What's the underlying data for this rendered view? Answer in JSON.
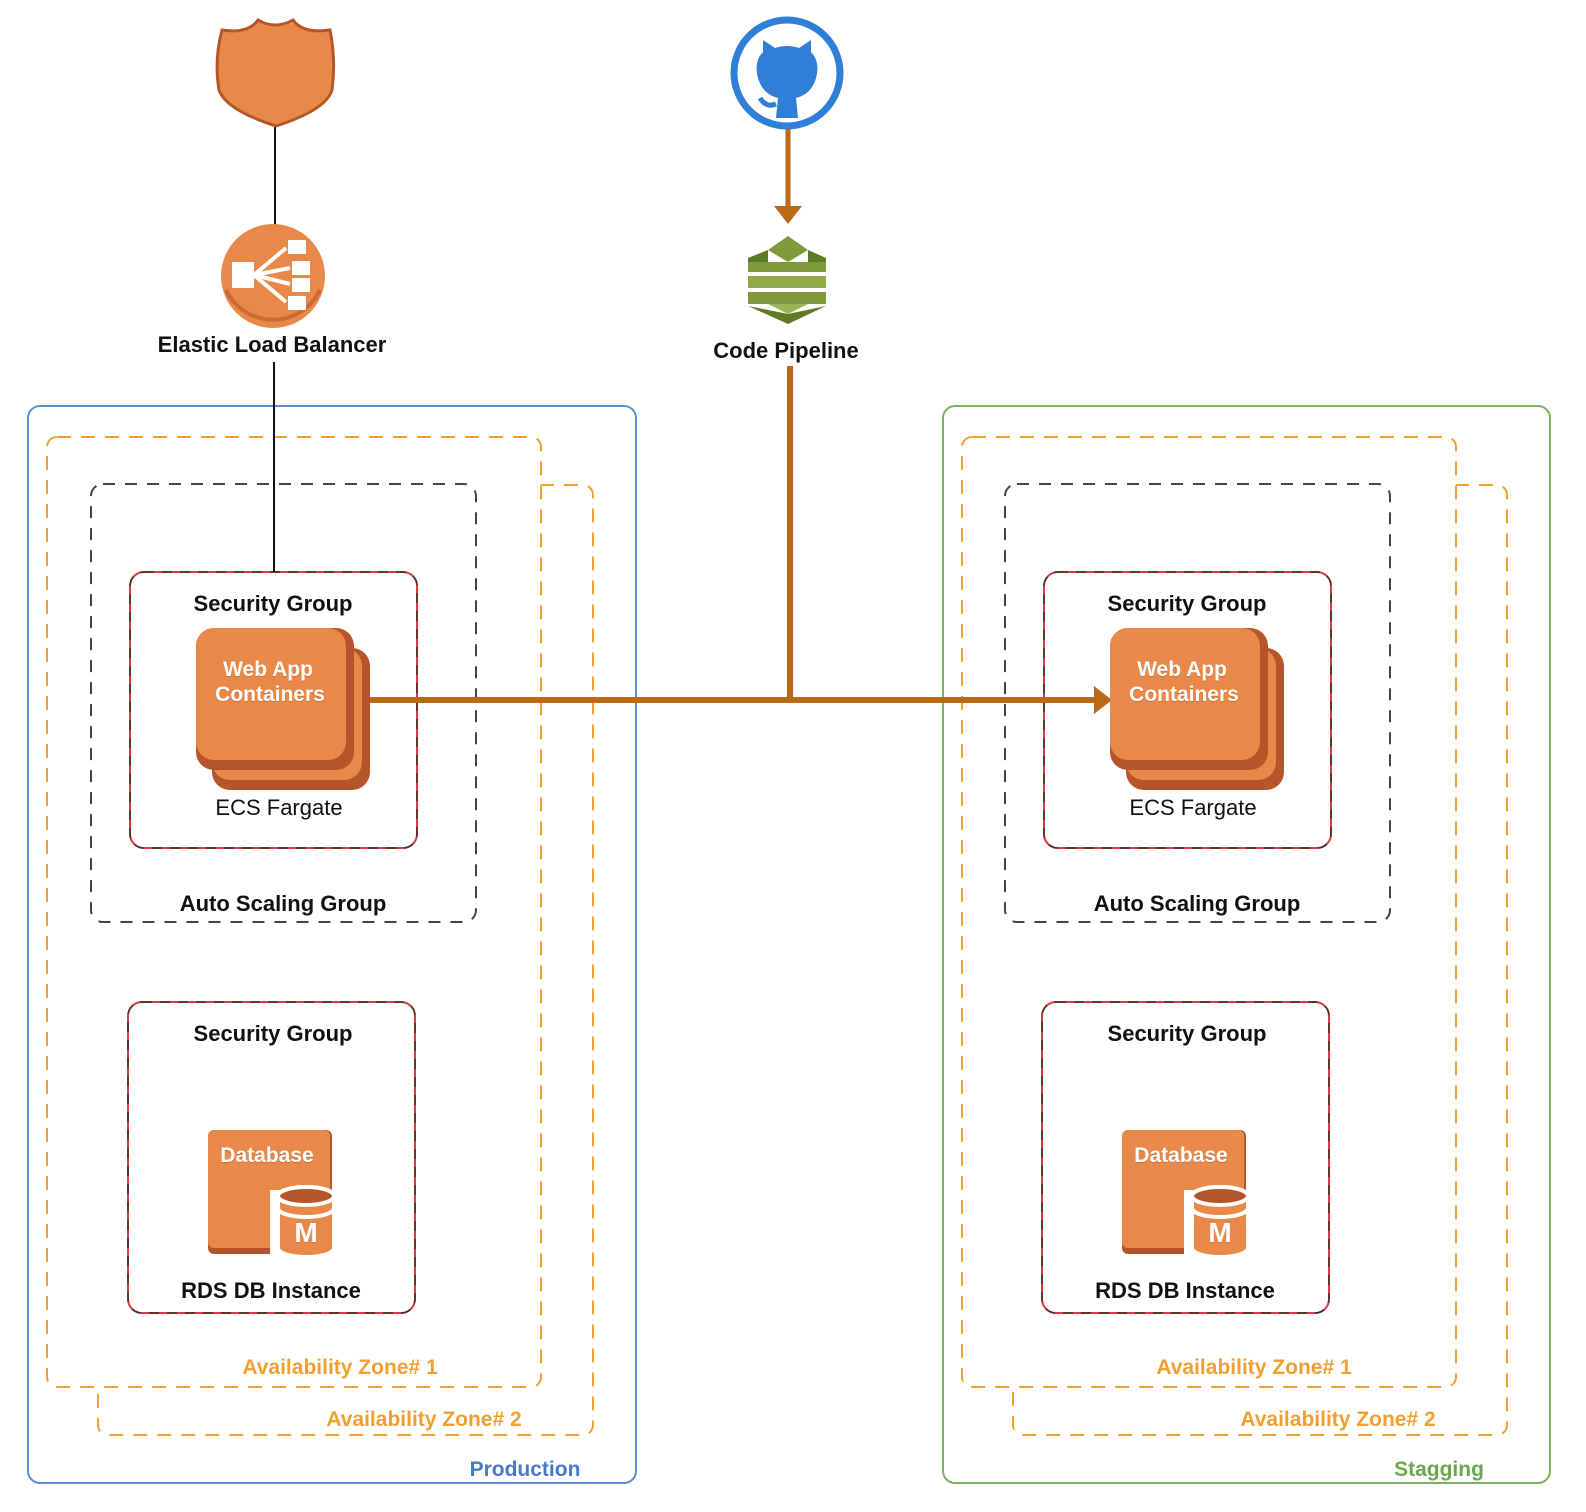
{
  "colors": {
    "aws_orange": "#e8894a",
    "aws_orange_dark": "#b5562a",
    "pipeline_flow": "#b86a16",
    "github_blue": "#2f7fd6",
    "production_border": "#5b8fd8",
    "staging_border": "#7ab55c",
    "availability_zone": "#f0a030",
    "security_group": "#e0383c",
    "pipeline_green": "#7f9a3a"
  },
  "top": {
    "elb": {
      "label": "Elastic Load Balancer",
      "icon": "load-balancer-icon",
      "shield_icon": "internet-gateway-shield-icon"
    },
    "pipeline": {
      "label": "Code Pipeline",
      "icon": "code-pipeline-icon",
      "source_icon": "github-icon"
    }
  },
  "production": {
    "label": "Production",
    "zone1": "Availability Zone# 1",
    "zone2": "Availability Zone# 2",
    "asg_label": "Auto Scaling Group",
    "app_sg": {
      "title": "Security Group",
      "icon_line1": "Web App",
      "icon_line2": "Containers",
      "caption": "ECS Fargate"
    },
    "db_sg": {
      "title": "Security Group",
      "icon_text": "Database",
      "badge": "M",
      "caption": "RDS DB Instance"
    }
  },
  "staging": {
    "label": "Stagging",
    "zone1": "Availability Zone# 1",
    "zone2": "Availability Zone# 2",
    "asg_label": "Auto Scaling Group",
    "app_sg": {
      "title": "Security Group",
      "icon_line1": "Web App",
      "icon_line2": "Containers",
      "caption": "ECS Fargate"
    },
    "db_sg": {
      "title": "Security Group",
      "icon_text": "Database",
      "badge": "M",
      "caption": "RDS DB Instance"
    }
  }
}
